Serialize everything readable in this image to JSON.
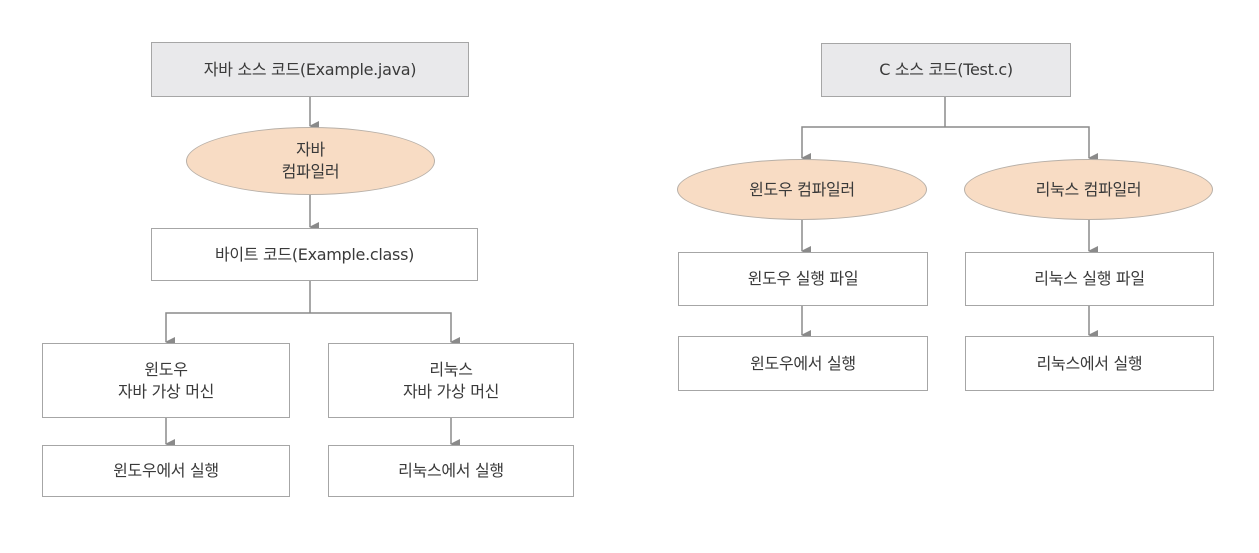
{
  "colors": {
    "source_fill": "#e9e9eb",
    "compiler_fill": "#f8dcc4",
    "box_border": "#a6a6a6",
    "arrow": "#8a8a8a"
  },
  "java_flow": {
    "source": "자바 소스 코드(Example.java)",
    "compiler": "자바\n컴파일러",
    "bytecode": "바이트 코드(Example.class)",
    "jvm_windows": "윈도우\n자바 가상 머신",
    "jvm_linux": "리눅스\n자바 가상 머신",
    "run_windows": "윈도우에서 실행",
    "run_linux": "리눅스에서 실행"
  },
  "c_flow": {
    "source": "C 소스 코드(Test.c)",
    "compiler_windows": "윈도우 컴파일러",
    "compiler_linux": "리눅스 컴파일러",
    "exe_windows": "윈도우 실행 파일",
    "exe_linux": "리눅스 실행 파일",
    "run_windows": "윈도우에서 실행",
    "run_linux": "리눅스에서 실행"
  }
}
